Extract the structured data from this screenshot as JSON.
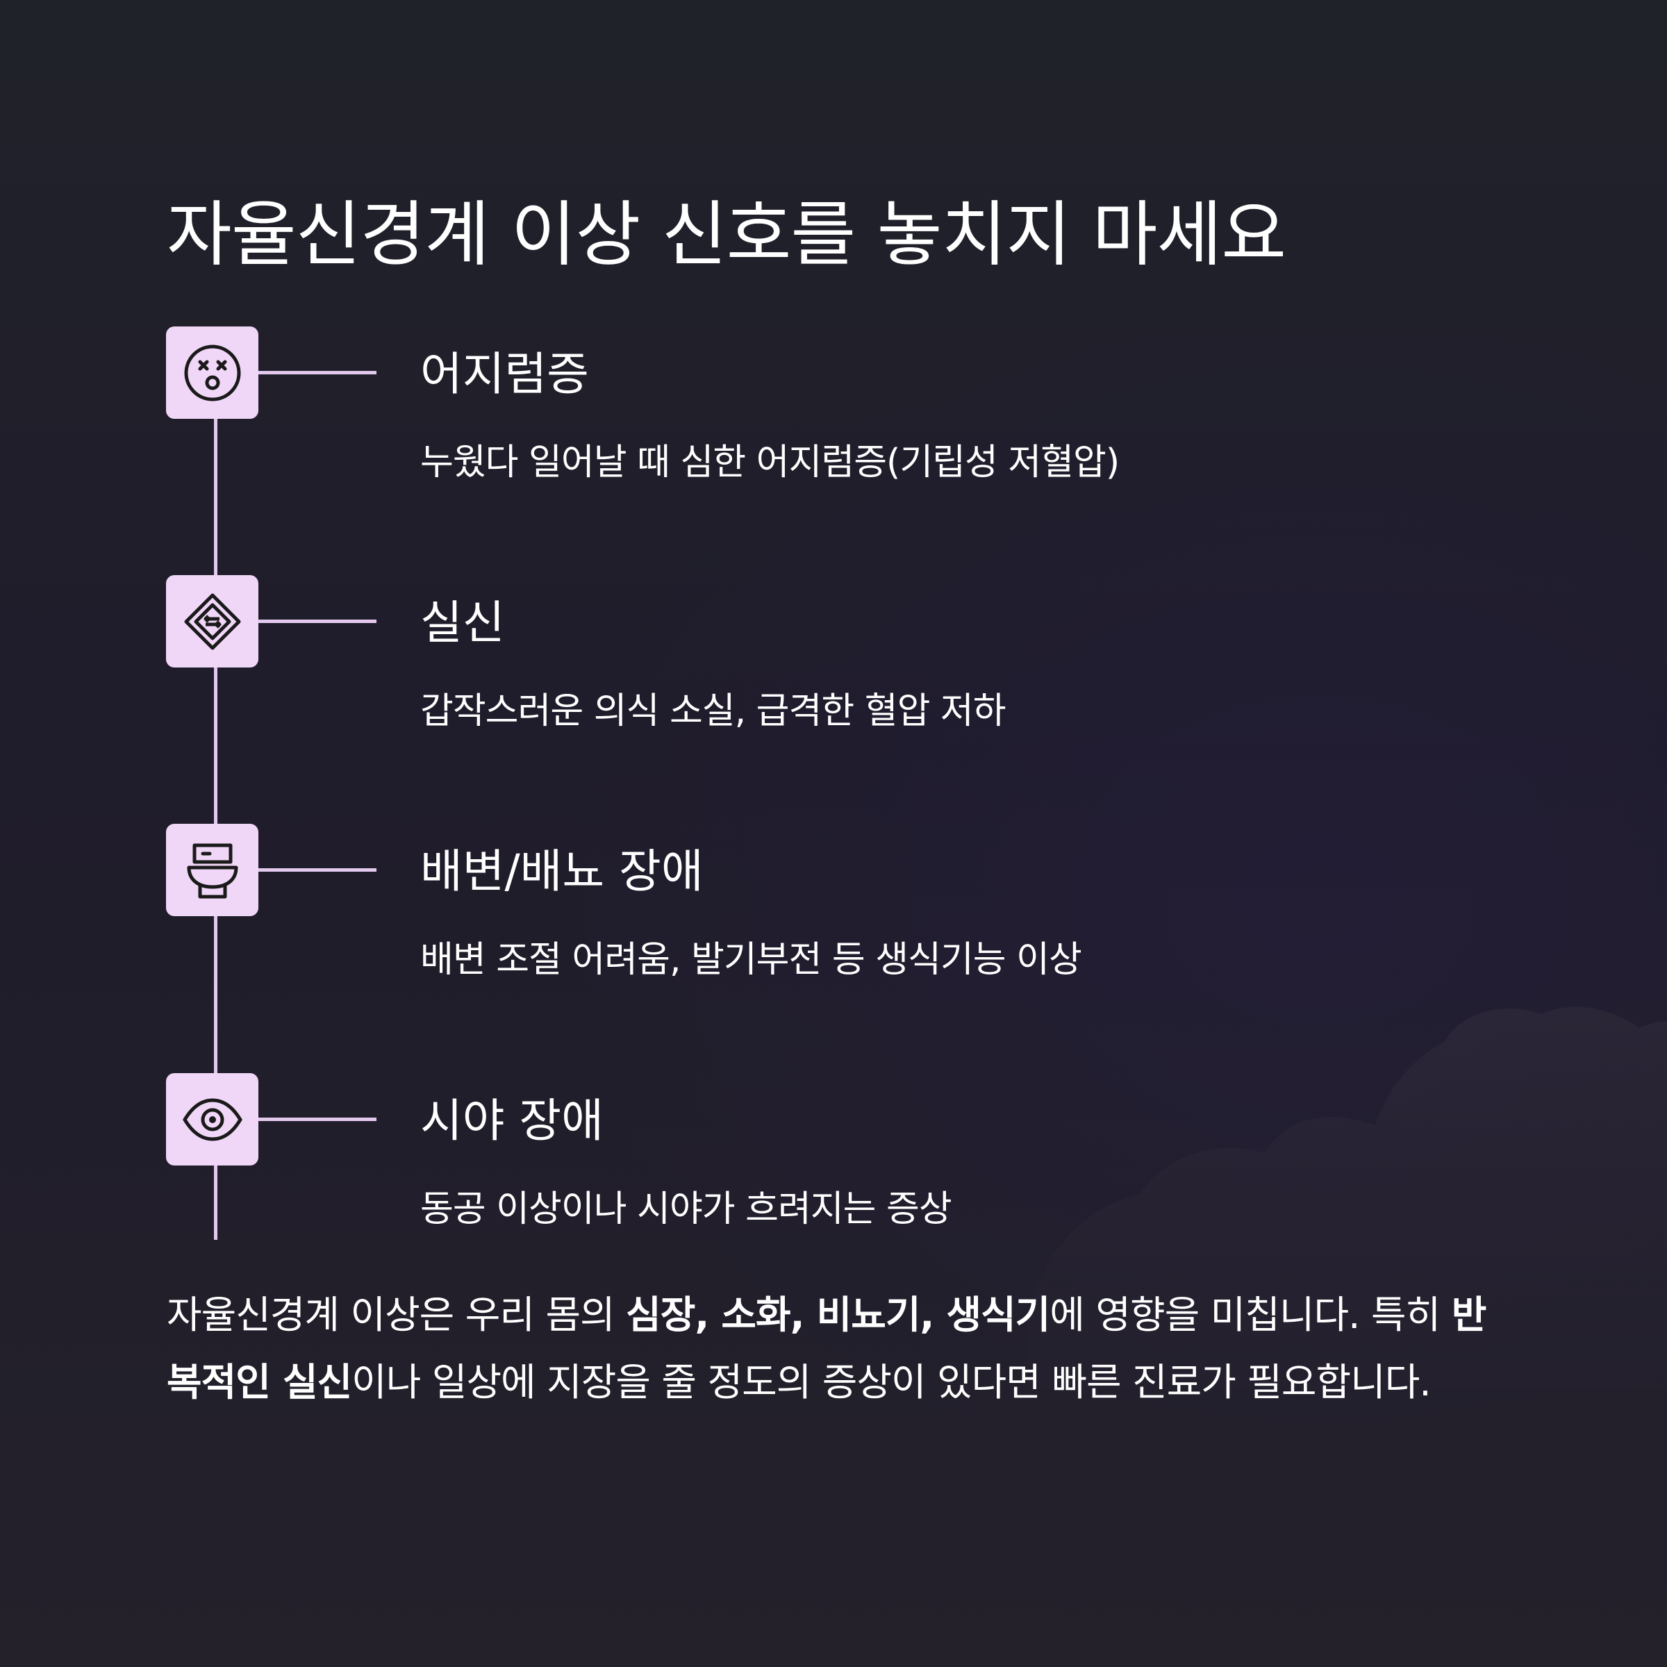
{
  "title": "자율신경계 이상 신호를 놓치지 마세요",
  "colors": {
    "icon_background": "#f1d7f7",
    "line": "#e3c9ee",
    "text": "#ffffff",
    "background": "#1f1c2b"
  },
  "items": [
    {
      "icon": "dizzy-face-icon",
      "title": "어지럼증",
      "description": "누웠다 일어날 때 심한 어지럼증(기립성 저혈압)"
    },
    {
      "icon": "fainting-diamond-icon",
      "title": "실신",
      "description": "갑작스러운 의식 소실, 급격한 혈압 저하"
    },
    {
      "icon": "toilet-icon",
      "title": "배변/배뇨 장애",
      "description": "배변 조절 어려움, 발기부전 등 생식기능 이상"
    },
    {
      "icon": "eye-icon",
      "title": "시야 장애",
      "description": "동공 이상이나 시야가 흐려지는 증상"
    }
  ],
  "summary": {
    "part1": "자율신경계 이상은 우리 몸의 ",
    "bold1": "심장, 소화, 비뇨기, 생식기",
    "part2": "에 영향을 미칩니다. 특히 ",
    "bold2": "반복적인 실신",
    "part3": "이나 일상에 지장을 줄 정도의 증상이 있다면 빠른 진료가 필요합니다."
  }
}
